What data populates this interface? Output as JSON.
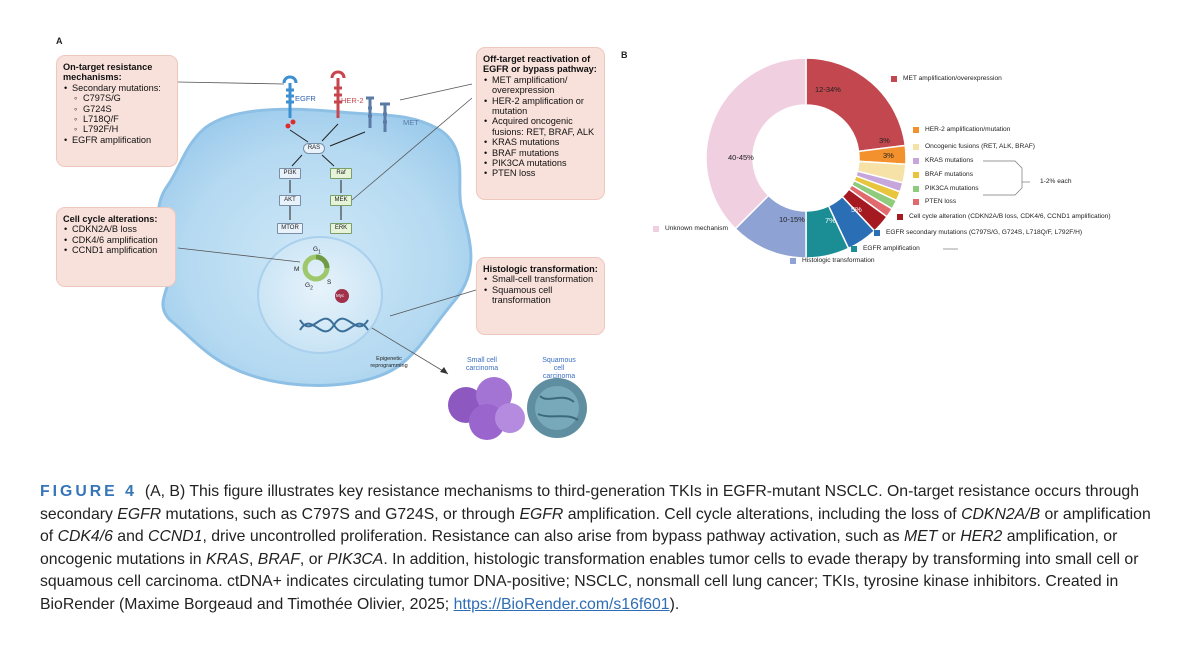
{
  "panel_a": {
    "label": "A",
    "boxes": {
      "on_target": {
        "title": "On-target resistance mechanisms:",
        "item1": "Secondary mutations:",
        "sub": [
          "C797S/G",
          "G724S",
          "L718Q/F",
          "L792F/H"
        ],
        "item2": "EGFR amplification"
      },
      "cell_cycle": {
        "title": "Cell cycle alterations:",
        "items": [
          "CDKN2A/B loss",
          "CDK4/6 amplification",
          "CCND1 amplification"
        ]
      },
      "off_target": {
        "title": "Off-target reactivation of EGFR or bypass pathway:",
        "items": [
          "MET amplification/ overexpression",
          "HER-2 amplification or mutation",
          "Acquired oncogenic fusions: RET, BRAF, ALK",
          "KRAS mutations",
          "BRAF mutations",
          "PIK3CA mutations",
          "PTEN loss"
        ]
      },
      "histologic": {
        "title": "Histologic transformation:",
        "items": [
          "Small-cell transformation",
          "Squamous cell transformation"
        ]
      }
    },
    "receptors": {
      "egfr": "EGFR",
      "her2": "HER-2",
      "met": "MET"
    },
    "pathway": {
      "ras": "RAS",
      "pi3k": "PI3K",
      "akt": "AKT",
      "mtor": "MTOR",
      "raf": "Raf",
      "mek": "MEK",
      "erk": "ERK"
    },
    "cycle": {
      "g1": "G",
      "g1_sub": "1",
      "g2": "G",
      "g2_sub": "2",
      "m": "M",
      "s": "S",
      "myc": "Myc"
    },
    "epigenetic": "Epigenetic reprogramming",
    "small_cell": "Small cell carcinoma",
    "squamous_cell": "Squamous cell carcinoma"
  },
  "panel_b": {
    "label": "B",
    "chart_data": {
      "type": "pie",
      "title": "",
      "segments": [
        {
          "name": "MET amplification/overexpression",
          "label": "12-34%",
          "value": 23,
          "color": "#c2474f"
        },
        {
          "name": "HER-2 amplification/mutation",
          "label": "3%",
          "value": 3,
          "color": "#f2912d"
        },
        {
          "name": "Oncogenic fusions (RET, ALK, BRAF)",
          "label": "3%",
          "value": 3,
          "color": "#f6e2a6"
        },
        {
          "name": "KRAS mutations",
          "label": "",
          "value": 1.5,
          "color": "#c6a6db"
        },
        {
          "name": "BRAF mutations",
          "label": "",
          "value": 1.5,
          "color": "#e8c53c"
        },
        {
          "name": "PIK3CA mutations",
          "label": "",
          "value": 1.5,
          "color": "#8fcb7c"
        },
        {
          "name": "PTEN loss",
          "label": "",
          "value": 1.5,
          "color": "#e06a6d"
        },
        {
          "name": "Cell cycle alteration (CDKN2A/B loss, CDK4/6, CCND1 amplification)",
          "label": "",
          "value": 3,
          "color": "#a51a20"
        },
        {
          "name": "EGFR secondary mutations (C797S/G, G724S, L718Q/F, L792F/H)",
          "label": "5%",
          "value": 5,
          "color": "#2a6fb6"
        },
        {
          "name": "EGFR amplification",
          "label": "7%",
          "value": 7,
          "color": "#1b8e95"
        },
        {
          "name": "Histologic transformation",
          "label": "10-15%",
          "value": 12.5,
          "color": "#8ea2d4"
        },
        {
          "name": "Unknown mechanism",
          "label": "40-45%",
          "value": 37.5,
          "color": "#f0cfe0"
        }
      ],
      "bracket_label": "1-2% each"
    }
  },
  "caption": {
    "figure": "FIGURE 4",
    "seg": [
      "(A, B) This figure illustrates key resistance mechanisms to third-generation TKIs in EGFR-mutant NSCLC. On-target resistance occurs through secondary ",
      "EGFR",
      " mutations, such as C797S and G724S, or through ",
      "EGFR",
      " amplification. Cell cycle alterations, including the loss of ",
      "CDKN2A/B",
      " or amplification of ",
      "CDK4/6",
      " and ",
      "CCND1",
      ", drive uncontrolled proliferation. Resistance can also arise from bypass pathway activation, such as ",
      "MET",
      " or ",
      "HER2",
      " amplification, or oncogenic mutations in ",
      "KRAS",
      ", ",
      "BRAF",
      ", or ",
      "PIK3CA",
      ". In addition, histologic transformation enables tumor cells to evade therapy by transforming into small cell or squamous cell carcinoma. ctDNA+ indicates circulating tumor DNA-positive; NSCLC, nonsmall cell lung cancer; TKIs, tyrosine kinase inhibitors. Created in BioRender (Maxime Borgeaud and Timothée Olivier, 2025; ",
      "https://BioRender.com/s16f601",
      ")."
    ]
  }
}
